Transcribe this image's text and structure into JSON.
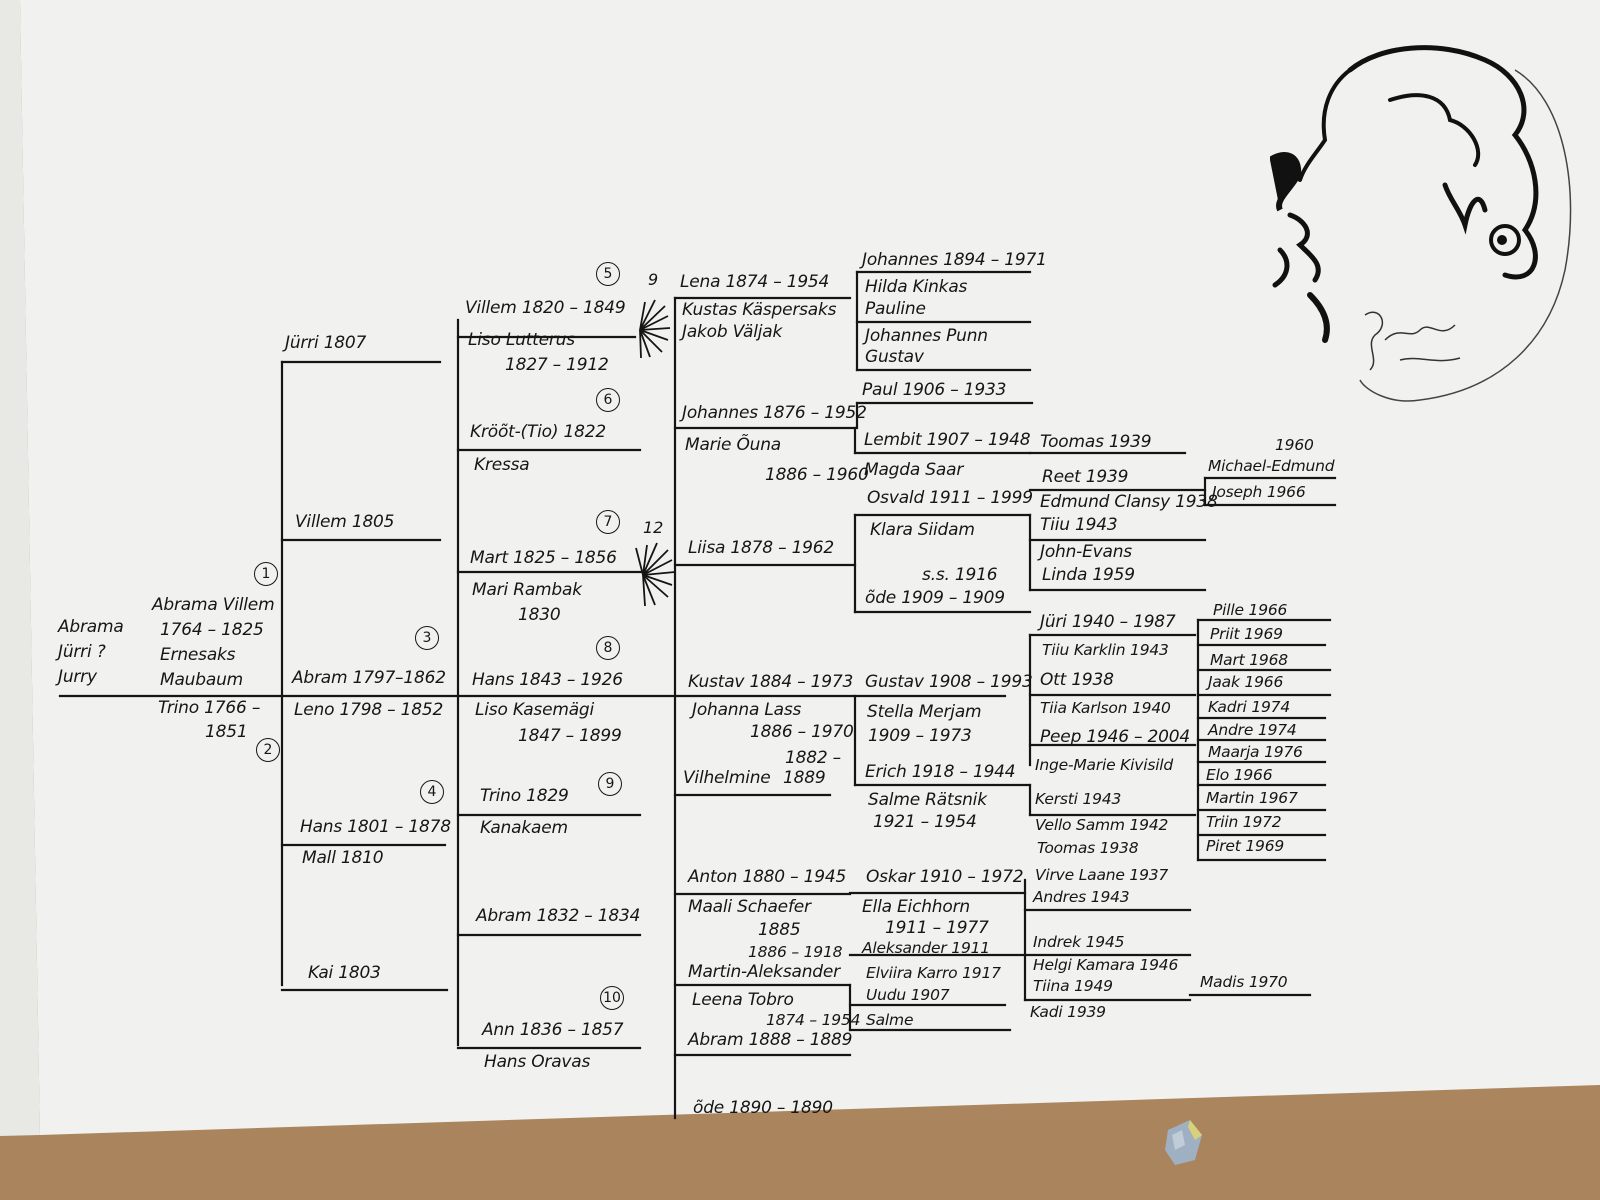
{
  "tree": {
    "root": {
      "name1": "Abrama",
      "name2": "Jürri ?",
      "name3": "Jurry"
    },
    "gen1": [
      {
        "id": "m1",
        "num": "1",
        "l1": "Abrama Villem",
        "l2": "1764 – 1825",
        "l3": "Ernesaks",
        "l4": "Maubaum"
      },
      {
        "id": "m2",
        "num": "2",
        "l1": "Trino 1766 –",
        "l2": "1851"
      }
    ],
    "gen2": [
      {
        "label": "Jürri 1807"
      },
      {
        "label": "Villem 1805"
      },
      {
        "num": "3",
        "label": "Abram 1797–1862",
        "spouse": "Leno 1798 – 1852"
      },
      {
        "num": "4",
        "label": "Hans 1801 – 1878",
        "spouse": "Mall 1810"
      },
      {
        "label": "Kai 1803"
      }
    ],
    "gen3": [
      {
        "num": "5",
        "count": "9",
        "label": "Villem 1820 – 1849",
        "spouse1": "Liso Lutterus",
        "spouse2": "1827 – 1912"
      },
      {
        "num": "6",
        "label": "Kröõt-(Tio) 1822",
        "spouse": "Kressa"
      },
      {
        "num": "7",
        "count": "12",
        "label": "Mart 1825 – 1856",
        "spouse1": "Mari Rambak",
        "spouse2": "1830"
      },
      {
        "num": "8",
        "label": "Hans 1843 – 1926",
        "spouse1": "Liso Kasemägi",
        "spouse2": "1847 – 1899"
      },
      {
        "num": "9",
        "label": "Trino 1829",
        "spouse": "Kanakaem"
      },
      {
        "label": "Abram 1832 – 1834"
      },
      {
        "num": "10",
        "label": "Ann 1836 – 1857",
        "spouse": "Hans Oravas"
      }
    ],
    "gen4": [
      {
        "l1": "Lena 1874 – 1954",
        "l2": "Kustas Käspersaks",
        "l3": "Jakob Väljak"
      },
      {
        "l1": "Johannes 1876 – 1952",
        "l2": "Marie Õuna",
        "l3": "1886 – 1960"
      },
      {
        "l1": "Liisa 1878 – 1962"
      },
      {
        "l1": "Kustav 1884 – 1973",
        "l2": "Johanna Lass",
        "l3": "1886 – 1970",
        "l4": "1882 –",
        "l5": "Vilhelmine",
        "l6": "1889"
      },
      {
        "l1": "Anton 1880 – 1945",
        "l2": "Maali Schaefer",
        "l3": "1885",
        "l4": "1886 – 1918",
        "l5": "Martin-Aleksander"
      },
      {
        "l1": "Leena Tobro",
        "l2": "1874 – 1954",
        "l3": "Abram 1888 – 1889"
      },
      {
        "l1": "õde 1890 – 1890"
      }
    ],
    "gen5": [
      "Johannes 1894 – 1971",
      "Hilda Kinkas",
      "Pauline",
      "Johannes Punn",
      "Gustav",
      "Paul 1906 – 1933",
      "Lembit 1907 – 1948",
      "Magda Saar",
      "Osvald 1911 – 1999",
      "Klara Siidam",
      "s.s. 1916",
      "õde 1909 – 1909",
      "Gustav 1908 – 1993",
      "Stella Merjam",
      "1909 – 1973",
      "Erich 1918 – 1944",
      "Salme Rätsnik",
      "1921 – 1954",
      "Oskar 1910 – 1972",
      "Ella Eichhorn",
      "1911 – 1977",
      "Aleksander 1911",
      "Elviira Karro 1917",
      "Uudu 1907",
      "Salme"
    ],
    "gen6": [
      "Toomas 1939",
      "Reet 1939",
      "Edmund Clansy 1938",
      "Tiiu 1943",
      "John-Evans",
      "Linda 1959",
      "Jüri 1940 – 1987",
      "Tiiu Karklin 1943",
      "Ott 1938",
      "Tiia Karlson 1940",
      "Peep 1946 – 2004",
      "Inge-Marie Kivisild",
      "Kersti 1943",
      "Vello Samm 1942",
      "Toomas 1938",
      "Virve Laane 1937",
      "Andres 1943",
      "Indrek 1945",
      "Helgi Kamara 1946",
      "Tiina 1949",
      "Kadi 1939"
    ],
    "gen7": [
      "1960",
      "Michael-Edmund",
      "Joseph 1966",
      "Pille 1966",
      "Priit 1969",
      "Mart 1968",
      "Jaak 1966",
      "Kadri 1974",
      "Andre 1974",
      "Maarja 1976",
      "Elo 1966",
      "Martin 1967",
      "Triin 1972",
      "Piret 1969",
      "Madis 1970"
    ]
  }
}
